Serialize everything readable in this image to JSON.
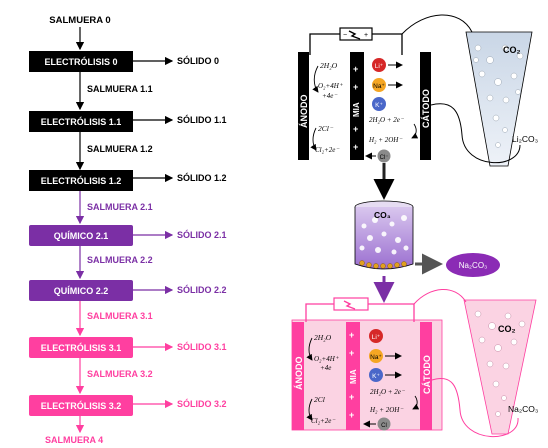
{
  "flow": {
    "top_input": "SALMUERA 0",
    "steps": [
      {
        "label": "ELECTRÓLISIS 0",
        "solid": "SÓLIDO 0",
        "brine_out": "SALMUERA 1.1",
        "color": "#000000",
        "text_color": "#000000"
      },
      {
        "label": "ELECTRÓLISIS 1.1",
        "solid": "SÓLIDO 1.1",
        "brine_out": "SALMUERA 1.2",
        "color": "#000000",
        "text_color": "#000000"
      },
      {
        "label": "ELECTRÓLISIS 1.2",
        "solid": "SÓLIDO 1.2",
        "brine_out": "SALMUERA 2.1",
        "color": "#000000",
        "text_color": "#7b2fa5"
      },
      {
        "label": "QUÍMICO 2.1",
        "solid": "SÓLIDO 2.1",
        "brine_out": "SALMUERA 2.2",
        "color": "#7b2fa5",
        "text_color": "#7b2fa5"
      },
      {
        "label": "QUÍMICO 2.2",
        "solid": "SÓLIDO 2.2",
        "brine_out": "SALMUERA 3.1",
        "color": "#7b2fa5",
        "text_color": "#ff3fa0"
      },
      {
        "label": "ELECTRÓLISIS 3.1",
        "solid": "SÓLIDO 3.1",
        "brine_out": "SALMUERA 3.2",
        "color": "#ff3fa0",
        "text_color": "#ff3fa0"
      },
      {
        "label": "ELECTRÓLISIS 3.2",
        "solid": "SÓLIDO 3.2",
        "brine_out": "SALMUERA 4",
        "color": "#ff3fa0",
        "text_color": "#ff3fa0"
      }
    ]
  },
  "cell_top": {
    "anode": "ÁNODO",
    "cathode": "CÁTODO",
    "membrane": "MIA",
    "anode_reaction_1a": "2H₂O",
    "anode_reaction_1b": "O₂+4H⁺",
    "anode_reaction_1c": "+4e⁻",
    "anode_reaction_2a": "2Cl⁻",
    "anode_reaction_2b": "Cl₂+2e⁻",
    "cathode_reaction_a": "2H₂O + 2e⁻",
    "cathode_reaction_b": "H₂ + 2OH⁻",
    "ion_li": "Li⁺",
    "ion_na": "Na⁺",
    "ion_k": "K⁺",
    "ion_cl": "Cl⁻",
    "plus": "+",
    "funnel_gas": "CO₂",
    "product": "Li₂CO₃"
  },
  "beaker": {
    "gas": "CO₃",
    "product": "Na₂CO₃"
  },
  "cell_bottom": {
    "anode": "ÁNODO",
    "cathode": "CÁTODO",
    "membrane": "MIA",
    "anode_reaction_1a": "2H₂O",
    "anode_reaction_1b": "O₂+4H⁺",
    "anode_reaction_1c": "+4e",
    "anode_reaction_2a": "2Cl",
    "anode_reaction_2b": "Cl₂+2e⁻",
    "cathode_reaction_a": "2H₂O + 2e⁻",
    "cathode_reaction_b": "H₂ + 2OH⁻",
    "ion_li": "Li⁺",
    "ion_na": "Na⁺",
    "ion_k": "K⁺",
    "ion_cl": "Cl",
    "plus": "+",
    "funnel_gas": "CO₂",
    "product": "Na₂CO₃"
  },
  "colors": {
    "black": "#000000",
    "purple": "#7b2fa5",
    "pink": "#ff3fa0",
    "li_ion": "#d62828",
    "na_ion": "#f5a623",
    "k_ion": "#4a67c9",
    "cl_ion": "#8a8a8a",
    "pink_fill": "#fbd3e3",
    "funnel_top": "#c9d6e6",
    "beaker_liquid": "#b48fd6",
    "product_blob": "#8b2bb5"
  }
}
